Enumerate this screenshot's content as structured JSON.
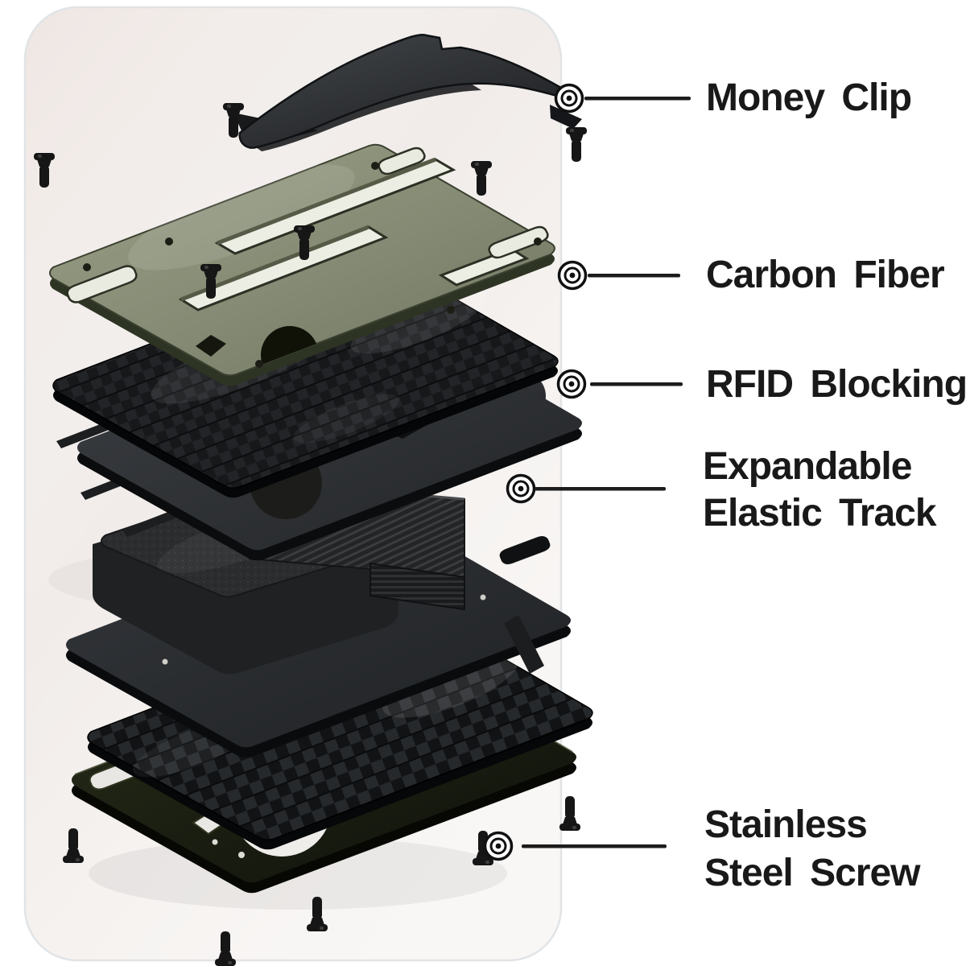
{
  "scene": {
    "description": "Exploded-view diagram of an EDC metal cardholder wallet with money clip",
    "background": "#ffffff",
    "card": {
      "fill": "#f1ece9",
      "border": "#e1e4e7"
    }
  },
  "colors": {
    "label_text": "#191919",
    "leader_line": "#1c1c1c",
    "clip_plate_green": "#878c77",
    "carbon_fiber_dark": "#17181a",
    "matte_plate": "#2e3134",
    "elastic_fabric": "#2a2b2d",
    "base_plate_olive": "#171a10",
    "screw_black": "#161616",
    "marker_ring": "#111111"
  },
  "callouts": [
    {
      "id": "money-clip",
      "icon": "target-marker-icon",
      "label_lines": [
        "Money Clip"
      ]
    },
    {
      "id": "carbon-fiber",
      "icon": "target-marker-icon",
      "label_lines": [
        "Carbon Fiber"
      ]
    },
    {
      "id": "rfid-blocking",
      "icon": "target-marker-icon",
      "label_lines": [
        "RFID Blocking"
      ]
    },
    {
      "id": "expandable-elastic-track",
      "icon": "target-marker-icon",
      "label_lines": [
        "Expandable",
        "Elastic Track"
      ]
    },
    {
      "id": "stainless-steel-screw",
      "icon": "target-marker-icon",
      "label_lines": [
        "Stainless",
        "Steel Screw"
      ]
    }
  ],
  "parts_depicted": [
    "money-clip",
    "clip-mount-plate",
    "carbon-fiber-plate",
    "rfid-blocking-plate",
    "elastic-track-band",
    "elastic-pad",
    "frame-plate",
    "carbon-fiber-back-plate",
    "base-plate",
    "stainless-steel-screws"
  ]
}
